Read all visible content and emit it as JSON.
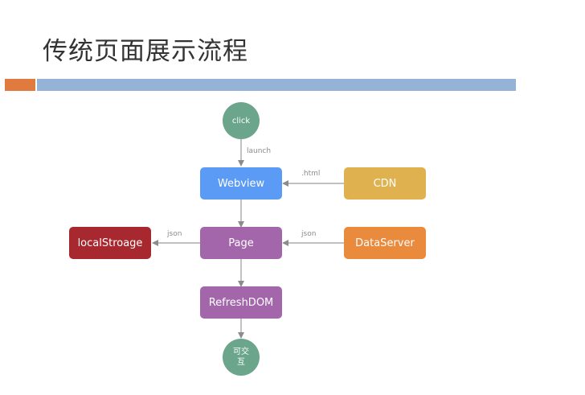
{
  "slide": {
    "title": "传统页面展示流程",
    "accent_color": "#e07a3f",
    "bar_color": "#95b3d7"
  },
  "nodes": {
    "click": {
      "label": "click",
      "shape": "circle",
      "color": "#6aa58c"
    },
    "webview": {
      "label": "Webview",
      "shape": "rounded-rect",
      "color": "#5b9bf5"
    },
    "cdn": {
      "label": "CDN",
      "shape": "rounded-rect",
      "color": "#e0b24f"
    },
    "page": {
      "label": "Page",
      "shape": "rounded-rect",
      "color": "#a466ab"
    },
    "localstorage": {
      "label": "localStroage",
      "shape": "rounded-rect",
      "color": "#a7282e"
    },
    "dataserver": {
      "label": "DataServer",
      "shape": "rounded-rect",
      "color": "#e98a3c"
    },
    "refreshdom": {
      "label": "RefreshDOM",
      "shape": "rounded-rect",
      "color": "#a466ab"
    },
    "interactive": {
      "label": "可交互",
      "shape": "circle",
      "color": "#6aa58c"
    }
  },
  "edges": {
    "click_to_webview": {
      "label": "launch"
    },
    "cdn_to_webview": {
      "label": ".html"
    },
    "page_to_localstorage": {
      "label": "json"
    },
    "dataserver_to_page": {
      "label": "json"
    },
    "webview_to_page": {
      "label": ""
    },
    "page_to_refreshdom": {
      "label": ""
    },
    "refreshdom_to_interactive": {
      "label": ""
    }
  }
}
